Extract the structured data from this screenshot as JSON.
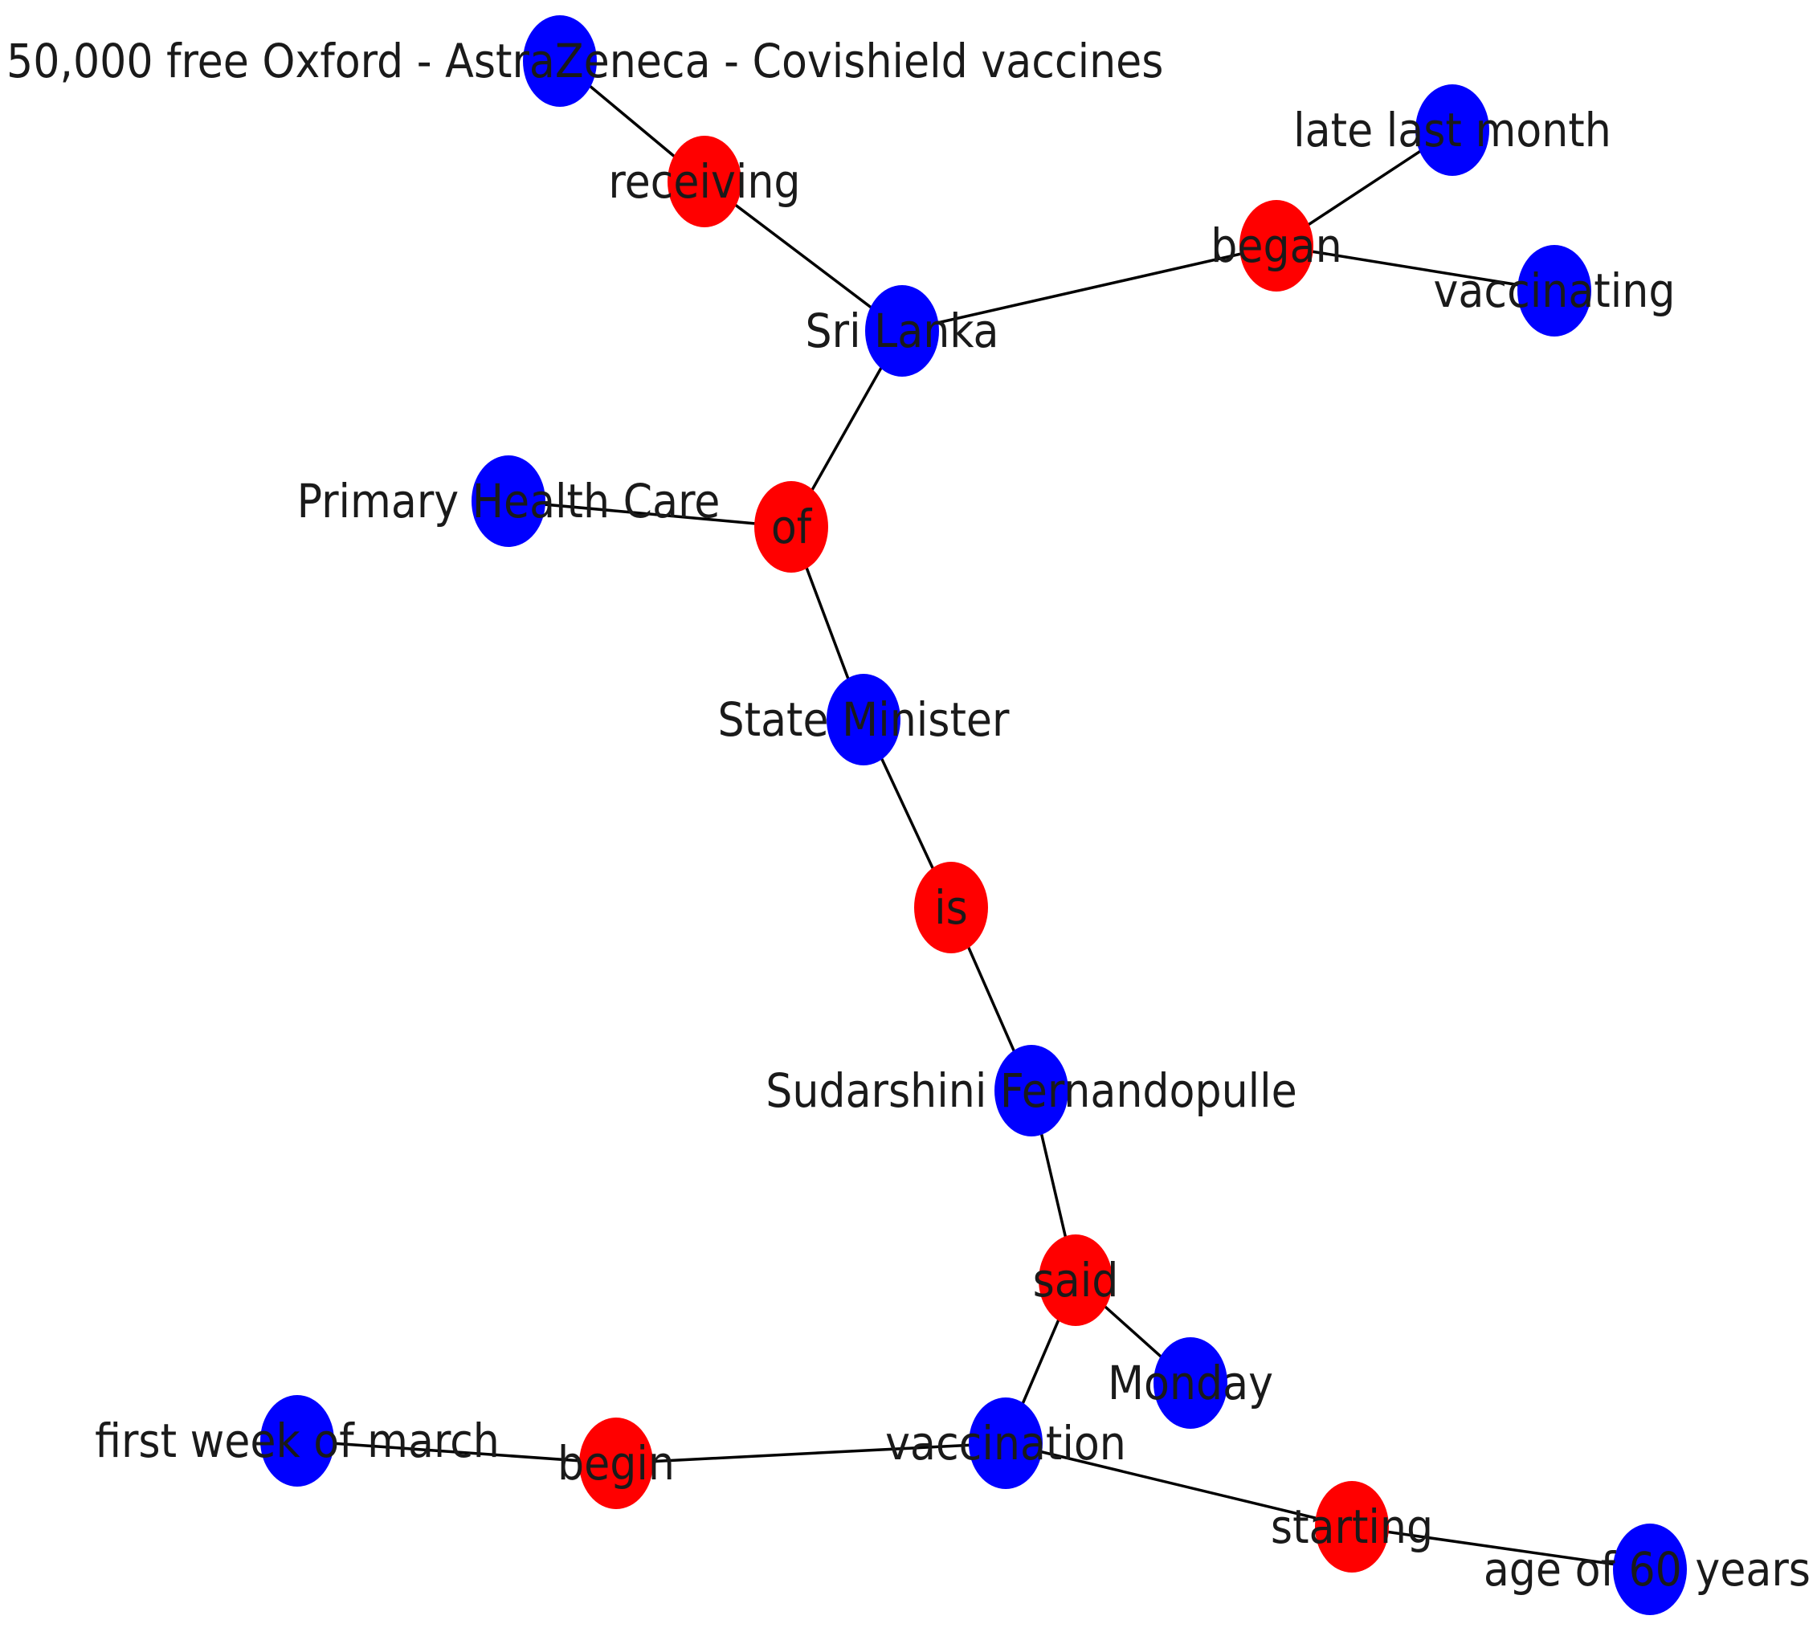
{
  "colors": {
    "subject_object": "#0000ff",
    "relation": "#ff0000",
    "edge": "#000000",
    "label": "#1a1a1a"
  },
  "nodes": [
    {
      "id": "astrazeneca",
      "label": "50,000 free Oxford - AstraZeneca - Covishield vaccines",
      "kind": "entity"
    },
    {
      "id": "receiving",
      "label": "receiving",
      "kind": "relation"
    },
    {
      "id": "srilanka",
      "label": "Sri Lanka",
      "kind": "entity"
    },
    {
      "id": "began",
      "label": "began",
      "kind": "relation"
    },
    {
      "id": "latelastmonth",
      "label": "late last month",
      "kind": "entity"
    },
    {
      "id": "vaccinating",
      "label": "vaccinating",
      "kind": "entity"
    },
    {
      "id": "of",
      "label": "of",
      "kind": "relation"
    },
    {
      "id": "phc",
      "label": "Primary Health Care",
      "kind": "entity"
    },
    {
      "id": "stateminister",
      "label": "State Minister",
      "kind": "entity"
    },
    {
      "id": "is",
      "label": "is",
      "kind": "relation"
    },
    {
      "id": "sudarshini",
      "label": "Sudarshini Fernandopulle",
      "kind": "entity"
    },
    {
      "id": "said",
      "label": "said",
      "kind": "relation"
    },
    {
      "id": "monday",
      "label": "Monday",
      "kind": "entity"
    },
    {
      "id": "vaccination",
      "label": "vaccination",
      "kind": "entity"
    },
    {
      "id": "begin",
      "label": "begin",
      "kind": "relation"
    },
    {
      "id": "firstweek",
      "label": "first week of march",
      "kind": "entity"
    },
    {
      "id": "starting",
      "label": "starting",
      "kind": "relation"
    },
    {
      "id": "age60",
      "label": "age of 60 years",
      "kind": "entity"
    }
  ],
  "edges": [
    [
      "astrazeneca",
      "receiving"
    ],
    [
      "receiving",
      "srilanka"
    ],
    [
      "srilanka",
      "began"
    ],
    [
      "began",
      "latelastmonth"
    ],
    [
      "began",
      "vaccinating"
    ],
    [
      "srilanka",
      "of"
    ],
    [
      "of",
      "phc"
    ],
    [
      "of",
      "stateminister"
    ],
    [
      "stateminister",
      "is"
    ],
    [
      "is",
      "sudarshini"
    ],
    [
      "sudarshini",
      "said"
    ],
    [
      "said",
      "monday"
    ],
    [
      "said",
      "vaccination"
    ],
    [
      "vaccination",
      "begin"
    ],
    [
      "begin",
      "firstweek"
    ],
    [
      "vaccination",
      "starting"
    ],
    [
      "starting",
      "age60"
    ]
  ]
}
